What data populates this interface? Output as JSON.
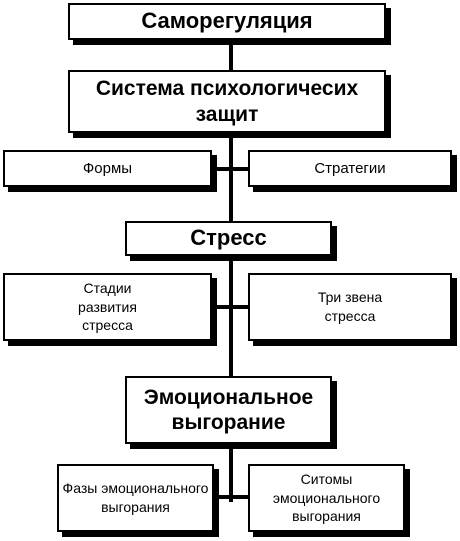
{
  "diagram": {
    "title": "Саморегуляция",
    "defense": "Система психологичесих защит",
    "forms": "Формы",
    "strategies": "Стратегии",
    "stress": "Стресс",
    "stress_stages": "Стадии развития стресса",
    "stress_links": "Три звена стресса",
    "burnout": "Эмоциональное выгорание",
    "burnout_phases": "Фазы эмоционального выгорания",
    "burnout_symptoms": "Ситомы эмоционального выгорания"
  }
}
